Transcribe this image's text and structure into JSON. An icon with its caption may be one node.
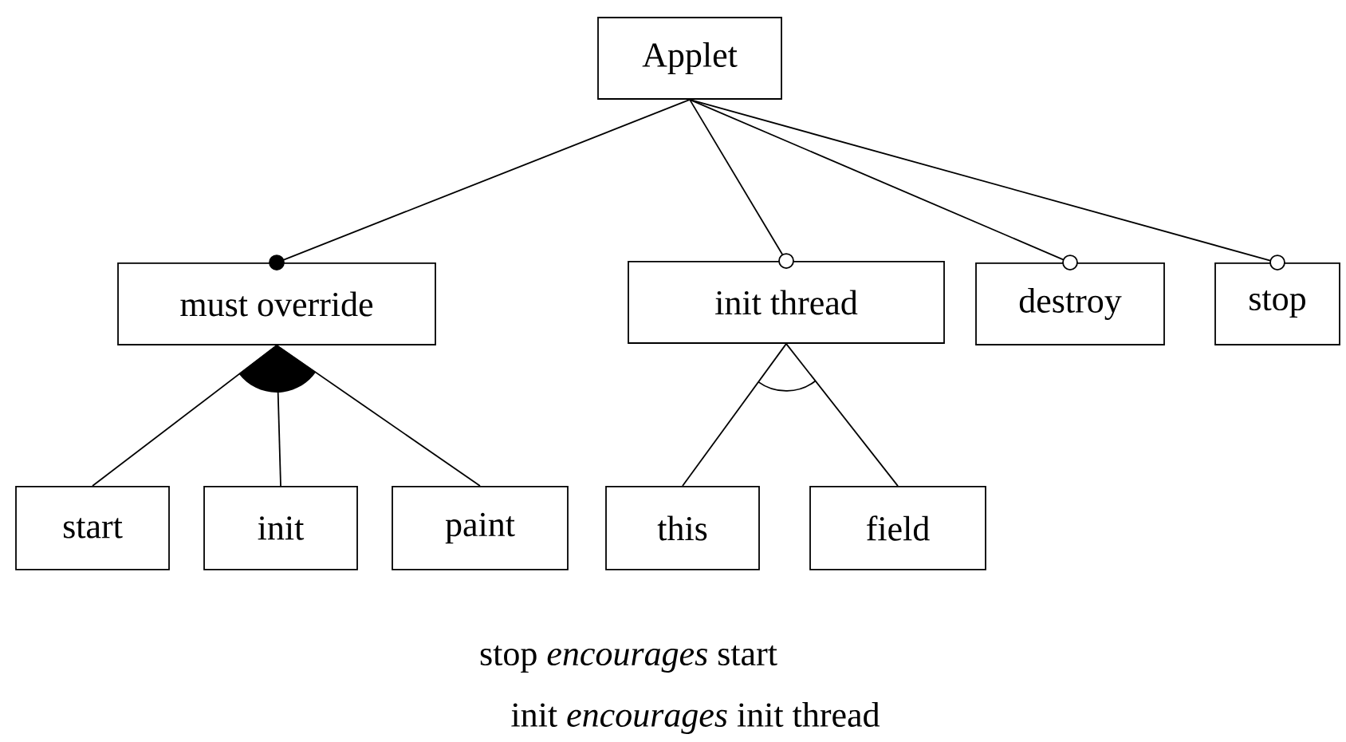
{
  "diagram": {
    "nodes": [
      {
        "text": [
          "Applet"
        ]
      },
      {
        "text": [
          "must override"
        ]
      },
      {
        "text": [
          "init thread"
        ]
      },
      {
        "text": [
          "destroy"
        ]
      },
      {
        "text": [
          "stop"
        ]
      },
      {
        "text": [
          "start"
        ]
      },
      {
        "text": [
          "init"
        ]
      },
      {
        "text": [
          "paint"
        ]
      },
      {
        "text": [
          "this"
        ]
      },
      {
        "text": [
          "field"
        ]
      }
    ],
    "edges": [
      {
        "from": 0,
        "to": 1,
        "arrow": "other"
      },
      {
        "from": 0,
        "to": 2,
        "arrow": "other"
      },
      {
        "from": 0,
        "to": 3,
        "arrow": "other"
      },
      {
        "from": 0,
        "to": 4,
        "arrow": "other"
      },
      {
        "from": 1,
        "to": 5,
        "arrow": "none"
      },
      {
        "from": 1,
        "to": 6,
        "arrow": "none"
      },
      {
        "from": 1,
        "to": 7,
        "arrow": "none"
      },
      {
        "from": 2,
        "to": 8,
        "arrow": "none"
      },
      {
        "from": 2,
        "to": 9,
        "arrow": "none"
      }
    ],
    "labels": [
      "stop *encourages* start",
      "init *encourages* init thread"
    ]
  }
}
